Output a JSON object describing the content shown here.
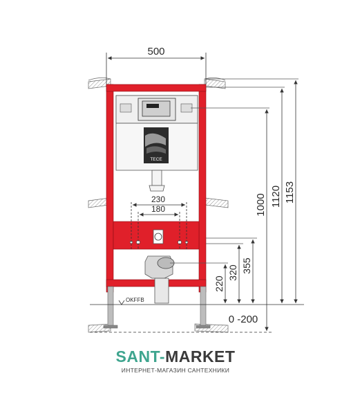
{
  "dimensions": {
    "width": "500",
    "outer_spacing": "230",
    "inner_spacing": "180",
    "height_1000": "1000",
    "height_1120": "1120",
    "height_1153": "1153",
    "height_220": "220",
    "height_320": "320",
    "height_355": "355",
    "floor_range": "0 -200"
  },
  "labels": {
    "floor_mark": "OKFFB",
    "panel_brand": "TECE"
  },
  "brand": {
    "name_part1": "SANT",
    "name_separator": "-",
    "name_part2": "MARKET",
    "tagline": "ИНТЕРНЕТ-МАГАЗИН САНТЕХНИКИ"
  },
  "colors": {
    "frame_red": "#e0202a",
    "brand_green": "#3fa58f",
    "line_gray": "#555555"
  }
}
